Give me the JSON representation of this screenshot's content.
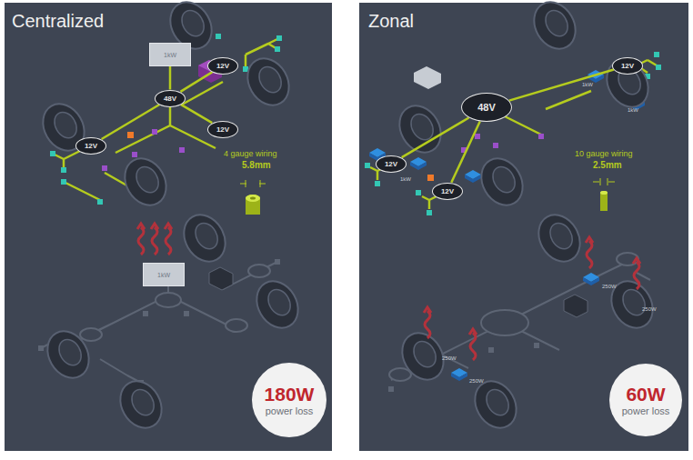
{
  "diagram": {
    "nodes": [
      {
        "text": [
          "1kW"
        ]
      },
      {
        "text": [
          "48V"
        ]
      },
      {
        "text": [
          "12V"
        ]
      },
      {
        "text": [
          "12V"
        ]
      },
      {
        "text": [
          "12V"
        ]
      },
      {
        "text": [
          "180W",
          "power loss"
        ]
      },
      {
        "text": [
          "1kW"
        ]
      },
      {
        "text": [
          "48V"
        ]
      },
      {
        "text": [
          "12V"
        ]
      },
      {
        "text": [
          "12V"
        ]
      },
      {
        "text": [
          "12V"
        ]
      },
      {
        "text": [
          "60W",
          "power loss"
        ]
      }
    ],
    "edges": [
      {
        "from": 0,
        "to": 1,
        "arrow": "none"
      },
      {
        "from": 1,
        "to": 2,
        "arrow": "none"
      },
      {
        "from": 1,
        "to": 3,
        "arrow": "none"
      },
      {
        "from": 1,
        "to": 4,
        "arrow": "none"
      },
      {
        "from": 7,
        "to": 8,
        "arrow": "none"
      },
      {
        "from": 7,
        "to": 9,
        "arrow": "none"
      },
      {
        "from": 7,
        "to": 10,
        "arrow": "none"
      }
    ],
    "labels": [
      "Centralized",
      "4 gauge wiring",
      "5.8mm",
      "Zonal",
      "1kW",
      "1kW",
      "1kW",
      "10 gauge wiring",
      "2.5mm",
      "250W",
      "250W",
      "250W",
      "250W"
    ]
  }
}
